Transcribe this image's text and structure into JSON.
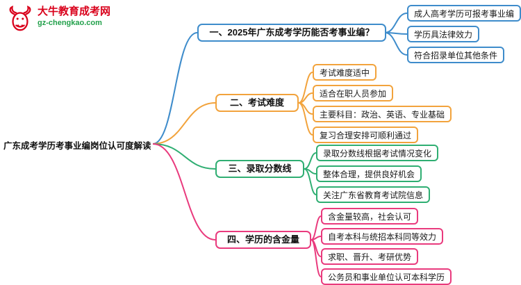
{
  "logo": {
    "title": "大牛教育成考网",
    "subtitle": "gz-chengkao.com",
    "icon": "bull-icon",
    "colors": {
      "red": "#D9001B",
      "green": "#21A04A"
    }
  },
  "root": {
    "label": "广东成考学历考事业编岗位认可度解读"
  },
  "branches": [
    {
      "label": "一、2025年广东成考学历能否考事业编？",
      "color": "#3E8CCB",
      "children": [
        "成人高考学历可报考事业编",
        "学历具法律效力",
        "符合招录单位其他条件"
      ]
    },
    {
      "label": "二、考试难度",
      "color": "#F2A33C",
      "children": [
        "考试难度适中",
        "适合在职人员参加",
        "主要科目：政治、英语、专业基础",
        "复习合理安排可顺利通过"
      ]
    },
    {
      "label": "三、录取分数线",
      "color": "#2FAE72",
      "children": [
        "录取分数线根据考试情况变化",
        "整体合理，提供良好机会",
        "关注广东省教育考试院信息"
      ]
    },
    {
      "label": "四、学历的含金量",
      "color": "#E93A7D",
      "children": [
        "含金量较高，社会认可",
        "自考本科与统招本科同等效力",
        "求职、晋升、考研优势",
        "公务员和事业单位认可本科学历"
      ]
    }
  ]
}
